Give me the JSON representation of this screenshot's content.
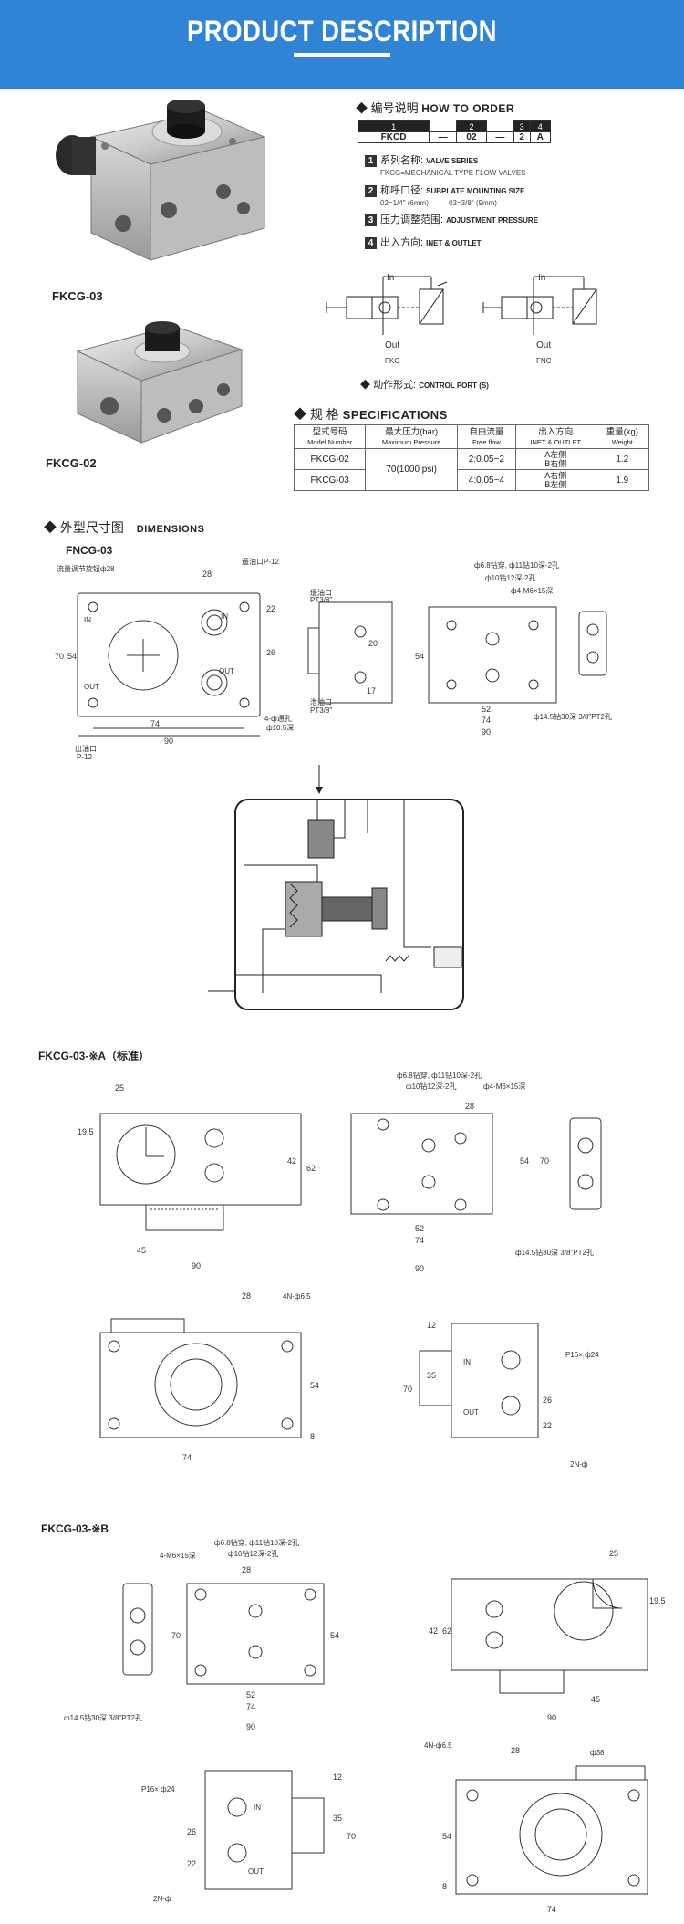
{
  "header": {
    "title": "PRODUCT DESCRIPTION"
  },
  "photos": [
    {
      "caption": "FKCG-03"
    },
    {
      "caption": "FKCG-02"
    }
  ],
  "how_to_order": {
    "title_cn": "编号说明",
    "title_en": "HOW TO ORDER",
    "positions": [
      "1",
      "2",
      "3",
      "4"
    ],
    "codes": [
      "FKCD",
      "—",
      "02",
      "—",
      "2",
      "A"
    ],
    "items": [
      {
        "num": "1",
        "cn": "系列名称:",
        "en": "VALVE SERIES",
        "sub": "FKCG=MECHANICAL TYPE FLOW VALVES"
      },
      {
        "num": "2",
        "cn": "称呼口径:",
        "en": "SUBPLATE MOUNTING SIZE",
        "sub": "02=1/4\" (6mm)          03=3/8\" (9mm)"
      },
      {
        "num": "3",
        "cn": "压力调整范围:",
        "en": "ADJUSTMENT PRESSURE",
        "sub": ""
      },
      {
        "num": "4",
        "cn": "出入方向:",
        "en": "INET & OUTLET",
        "sub": ""
      }
    ],
    "symbols": [
      {
        "in": "In",
        "out": "Out",
        "name": "FKC"
      },
      {
        "in": "In",
        "out": "Out",
        "name": "FNC"
      }
    ],
    "control_port_cn": "动作形式:",
    "control_port_en": "CONTROL PORT (S)"
  },
  "specifications": {
    "title_cn": "规 格",
    "title_en": "SPECIFICATIONS",
    "headers": [
      {
        "cn": "型式号码",
        "en": "Model Number"
      },
      {
        "cn": "最大压力(bar)",
        "en": "Maximum Pressure"
      },
      {
        "cn": "自由流量",
        "en": "Free flow"
      },
      {
        "cn": "出入方向",
        "en": "INET & OUTLET"
      },
      {
        "cn": "重量(kg)",
        "en": "Weight"
      }
    ],
    "rows": [
      {
        "model": "FKCG-02",
        "flow": "2:0.05~2",
        "dir_a": "A左侧",
        "dir_b": "B右侧",
        "weight": "1.2"
      },
      {
        "model": "FKCG-03",
        "flow": "4:0.05~4",
        "dir_a": "A右侧",
        "dir_b": "B左侧",
        "weight": "1.9"
      }
    ],
    "pressure": "70(1000 psi)"
  },
  "dimensions": {
    "title_cn": "外型尺寸图",
    "title_en": "DIMENSIONS",
    "fnc_label": "FNCG-03",
    "a_label": "FKCG-03-※A（标准）",
    "b_label": "FKCG-03-※B",
    "texts": {
      "flow_knob": "流量调节旋钮ф28",
      "pilot_port": "遥油口P-12",
      "pilot_pt": "遥油口",
      "pt38": "PT3/8\"",
      "drain": "泄油口",
      "drain_pt": "PT3/8\"",
      "outlet": "出油口",
      "p12": "P-12",
      "through": "4-ф通孔",
      "c105": "ф10.5深",
      "drill68": "ф6.8钻穿, ф11钻10深-2孔",
      "drill10": "ф10钻12深-2孔",
      "m6": "ф4-M6×15深",
      "pt_hole": "ф14.5钻30深 3/8\"PT2孔",
      "n65": "4N-ф6.5",
      "p16": "P16× ф24",
      "n2": "2N-ф",
      "m6b": "4-M6×15深",
      "in": "IN",
      "out": "OUT"
    }
  }
}
